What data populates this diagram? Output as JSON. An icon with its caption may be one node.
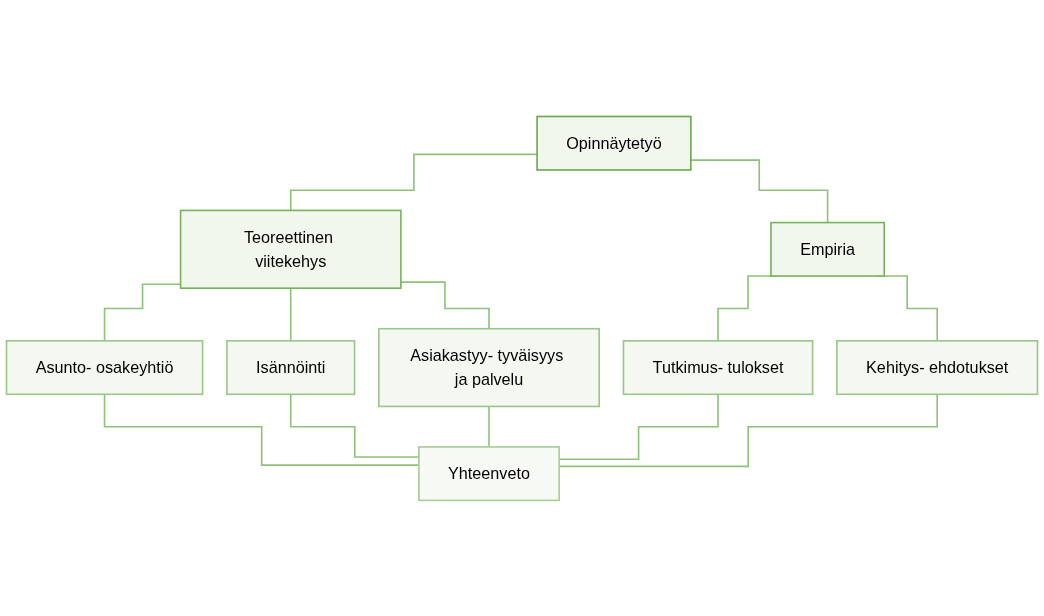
{
  "diagram": {
    "nodes": [
      {
        "text": [
          "Opinnäytetyö"
        ]
      },
      {
        "text": [
          "Teoreettinen viitekehys"
        ]
      },
      {
        "text": [
          "Empiria"
        ]
      },
      {
        "text": [
          "Asunto- osakeyhtiö"
        ]
      },
      {
        "text": [
          "Isännöinti"
        ]
      },
      {
        "text": [
          "Asiakastyy- tyväisyys ja palvelu"
        ]
      },
      {
        "text": [
          "Tutkimus- tulokset"
        ]
      },
      {
        "text": [
          "Kehitys- ehdotukset"
        ]
      },
      {
        "text": [
          "Yhteenveto"
        ]
      }
    ],
    "edges": [
      {
        "from": 0,
        "to": 1,
        "arrow": "none"
      },
      {
        "from": 0,
        "to": 2,
        "arrow": "none"
      },
      {
        "from": 1,
        "to": 3,
        "arrow": "none"
      },
      {
        "from": 1,
        "to": 4,
        "arrow": "none"
      },
      {
        "from": 1,
        "to": 5,
        "arrow": "none"
      },
      {
        "from": 2,
        "to": 6,
        "arrow": "none"
      },
      {
        "from": 2,
        "to": 7,
        "arrow": "none"
      },
      {
        "from": 3,
        "to": 8,
        "arrow": "none"
      },
      {
        "from": 4,
        "to": 8,
        "arrow": "none"
      },
      {
        "from": 5,
        "to": 8,
        "arrow": "none"
      },
      {
        "from": 6,
        "to": 8,
        "arrow": "none"
      },
      {
        "from": 7,
        "to": 8,
        "arrow": "none"
      }
    ]
  }
}
